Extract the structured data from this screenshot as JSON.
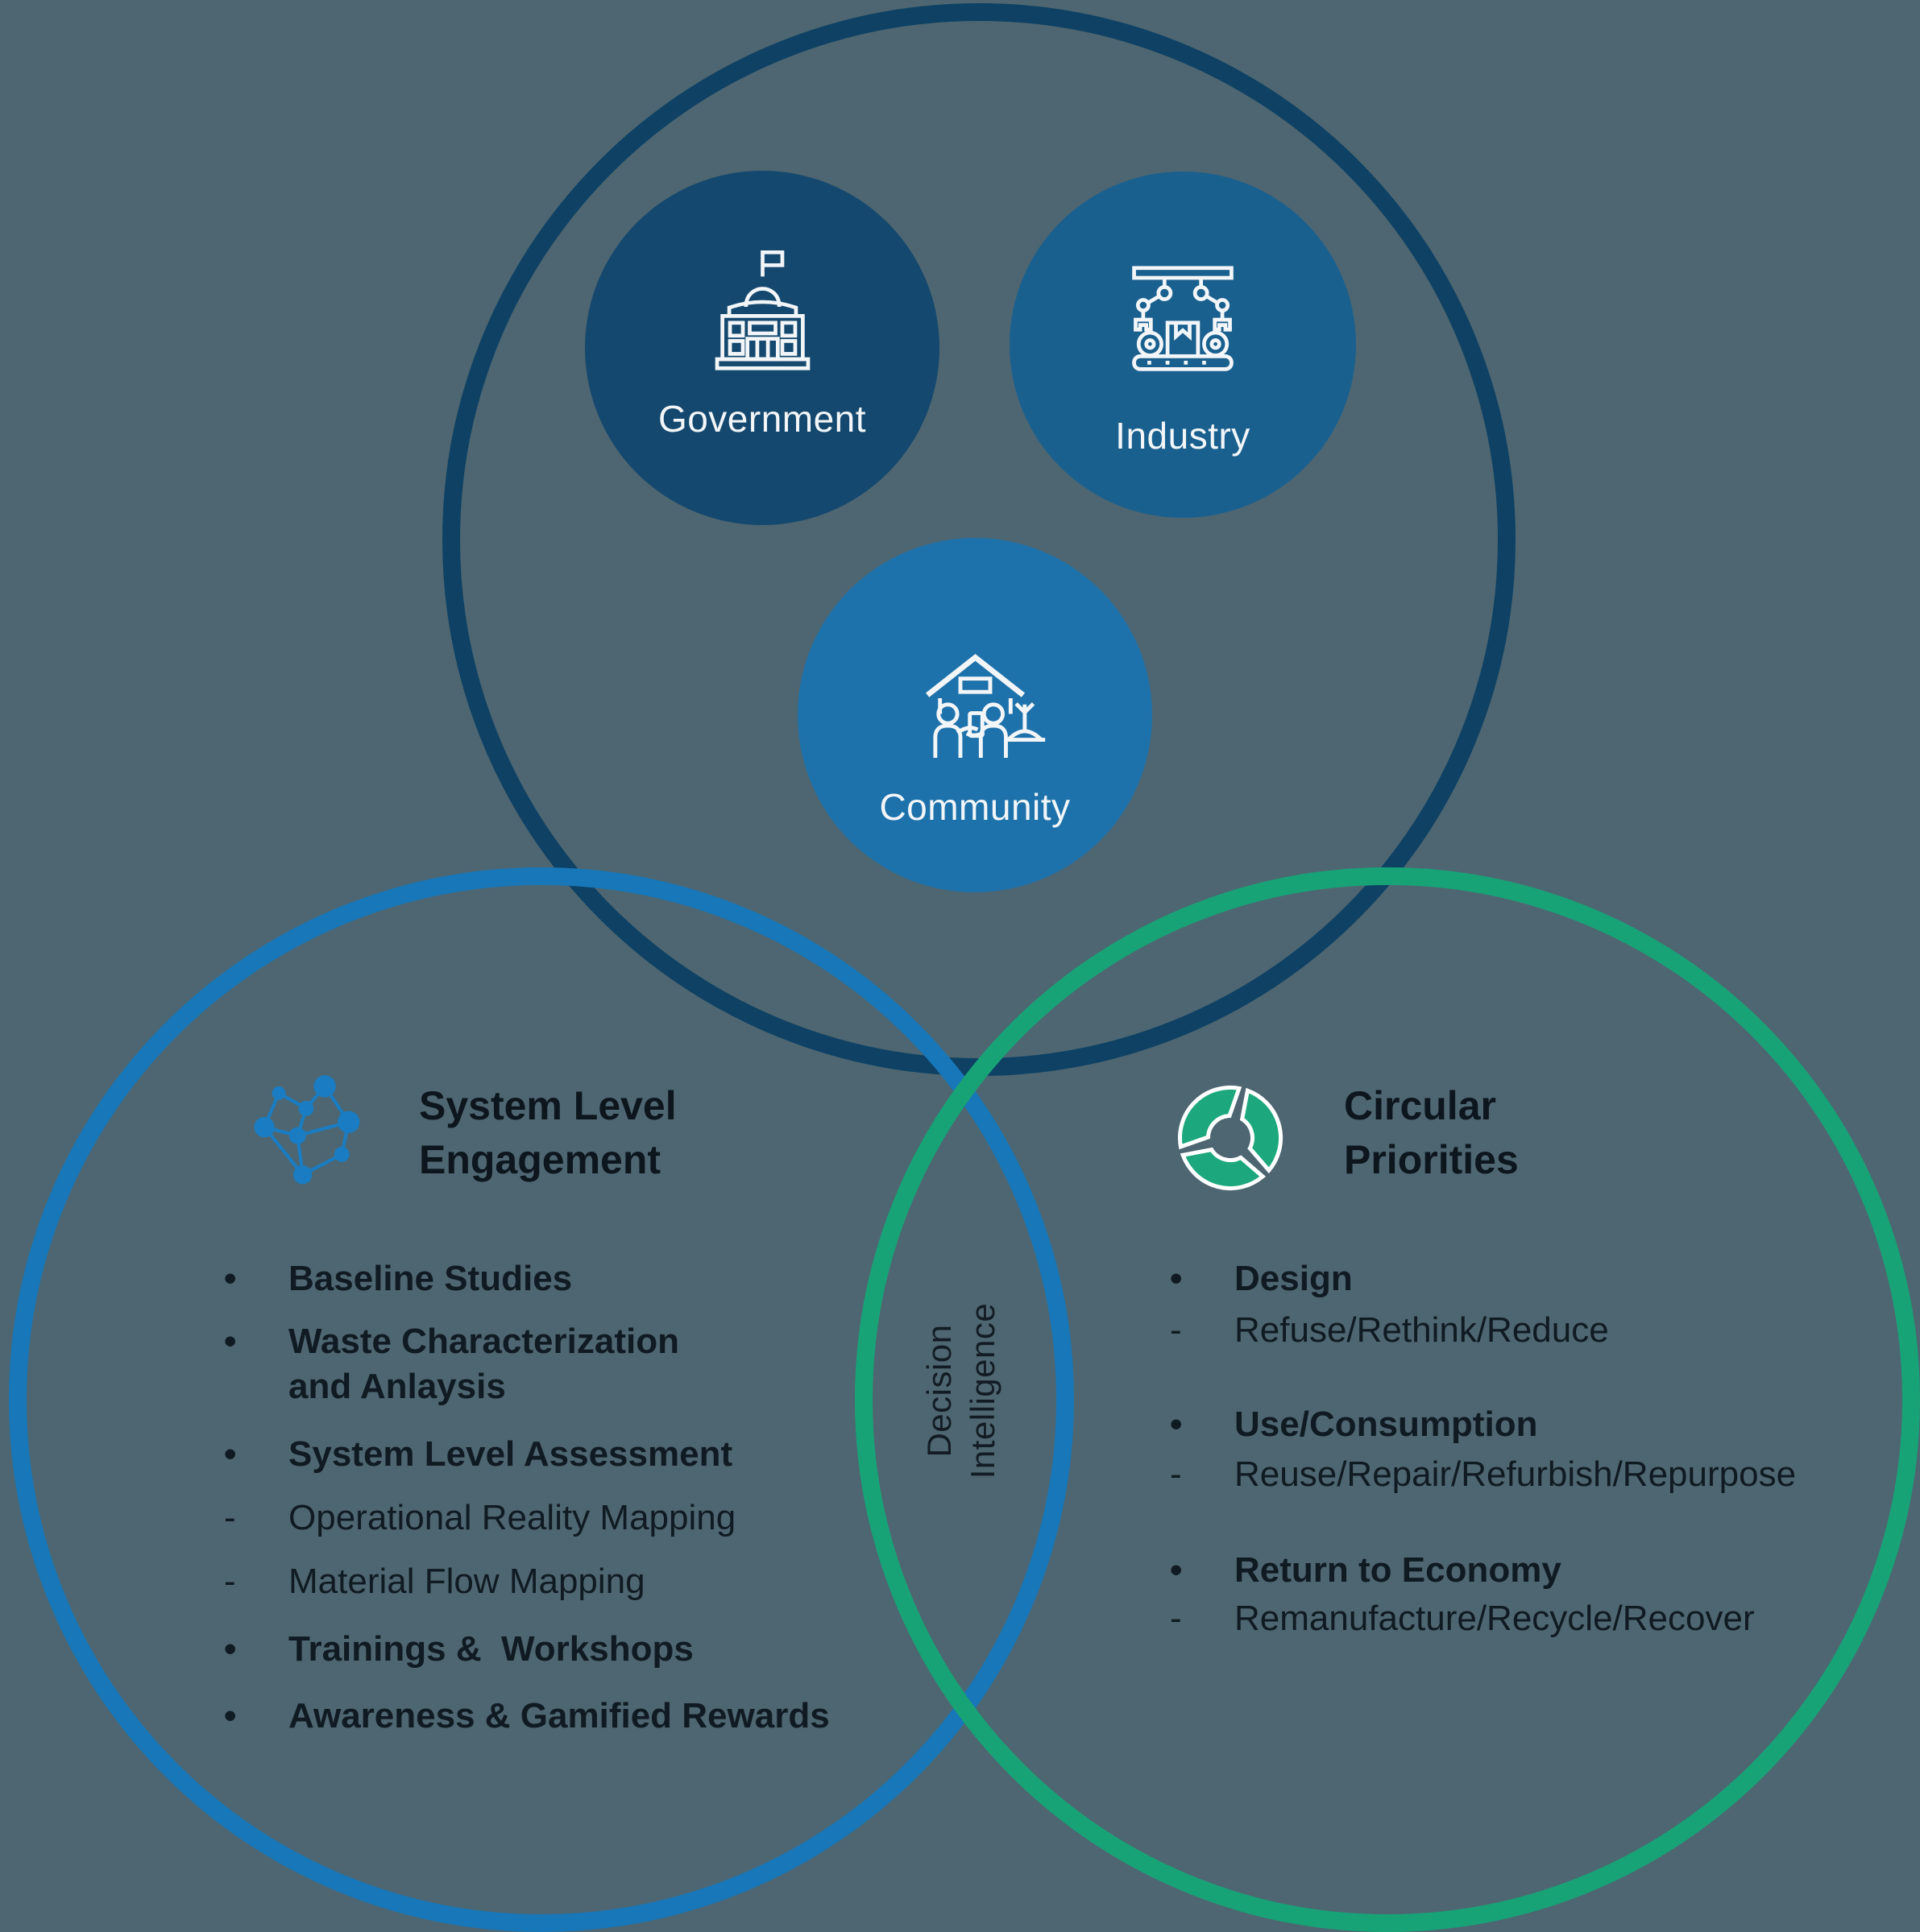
{
  "canvas": {
    "background": "#4D6671"
  },
  "stakeholder_circle": {
    "ring_color": "#0E4164",
    "members": [
      {
        "label": "Government",
        "fill": "#15486E",
        "icon": "government-building-icon"
      },
      {
        "label": "Industry",
        "fill": "#1A608F",
        "icon": "factory-automation-icon"
      },
      {
        "label": "Community",
        "fill": "#1E72AC",
        "icon": "community-house-icon"
      }
    ]
  },
  "system_level_engagement": {
    "title": "System Level Engagement",
    "ring_color": "#1777B9",
    "icon": "network-nodes-icon",
    "icon_color": "#1A7CC2",
    "items": [
      {
        "marker": "•",
        "text": "Baseline Studies",
        "emphasis": "bold"
      },
      {
        "marker": "•",
        "text": "Waste Characterization\nand Anlaysis",
        "emphasis": "bold"
      },
      {
        "marker": "•",
        "text": "System Level Assessment",
        "emphasis": "bold"
      },
      {
        "marker": "-",
        "text": "Operational Reality Mapping",
        "emphasis": "regular"
      },
      {
        "marker": "-",
        "text": "Material Flow Mapping",
        "emphasis": "regular"
      },
      {
        "marker": "•",
        "text": "Trainings &  Workshops",
        "emphasis": "bold"
      },
      {
        "marker": "•",
        "text": "Awareness & Gamified Rewards",
        "emphasis": "bold"
      }
    ]
  },
  "circular_priorities": {
    "title": "Circular Priorities",
    "ring_color": "#18A377",
    "icon": "recycle-loop-icon",
    "icon_color": "#1CA87C",
    "items": [
      {
        "marker": "•",
        "text": "Design",
        "emphasis": "bold"
      },
      {
        "marker": "-",
        "text": "Refuse/Rethink/Reduce",
        "emphasis": "regular"
      },
      {
        "marker": "•",
        "text": "Use/Consumption",
        "emphasis": "bold"
      },
      {
        "marker": "-",
        "text": "Reuse/Repair/Refurbish/Repurpose",
        "emphasis": "regular"
      },
      {
        "marker": "•",
        "text": "Return to Economy",
        "emphasis": "bold"
      },
      {
        "marker": "-",
        "text": "Remanufacture/Recycle/Recover",
        "emphasis": "regular"
      }
    ]
  },
  "intersection": {
    "label": "Decision Intelligence"
  }
}
